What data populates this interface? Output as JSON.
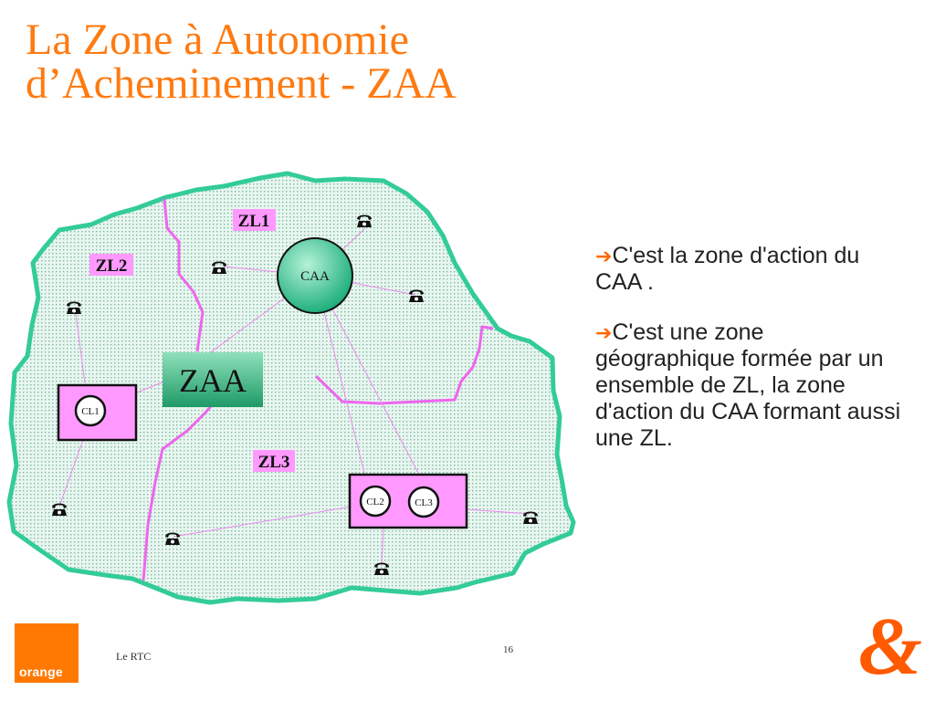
{
  "title": {
    "line1": "La Zone à Autonomie",
    "line2": "d’Acheminement - ZAA"
  },
  "diagram": {
    "zone_labels": {
      "zl1": "ZL1",
      "zl2": "ZL2",
      "zl3": "ZL3"
    },
    "caa_label": "CAA",
    "zaa_label": "ZAA",
    "cl_labels": {
      "cl1": "CL1",
      "cl2": "CL2",
      "cl3": "CL3"
    },
    "phone_icon": "telephone-icon",
    "colors": {
      "border": "#33cc99",
      "zone_line": "#ee66ee",
      "label_bg": "#ff99ff",
      "caa_fill": "#33cc99",
      "zaa_fill": "#33aa77"
    }
  },
  "bullets": [
    "C'est la zone d'action du CAA .",
    "C'est une zone géographique formée par un ensemble de ZL, la zone d'action du CAA formant aussi une ZL."
  ],
  "footer": {
    "brand": "orange",
    "left_text": "Le RTC",
    "page_number": "16",
    "ampersand": "&"
  }
}
